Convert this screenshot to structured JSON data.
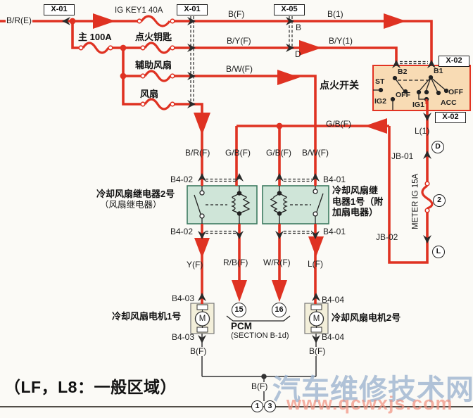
{
  "page": {
    "footer_note": "（LF，L8：一般区域）"
  },
  "watermark": {
    "site_name": "汽车维修技术网",
    "site_url": "www.qcwxjs.com"
  },
  "colors": {
    "wire_red": "#df3222",
    "relay_fill": "#cfe5d8",
    "relay_border": "#3d7a60",
    "ignition_fill": "#f8dbb4",
    "motor_fill": "#f3efda"
  },
  "connectors": {
    "x01": "X-01",
    "x05": "X-05",
    "x02": "X-02",
    "jb01": "JB-01",
    "jb02": "JB-02",
    "b4_02": "B4-02",
    "b4_01": "B4-01",
    "b4_03": "B4-03",
    "b4_04": "B4-04"
  },
  "pins": {
    "b": "B",
    "d": "D",
    "d_circle": "D",
    "meter_circle": "2",
    "l_circle": "L",
    "pcm_15": "15",
    "pcm_16": "16",
    "ground_1": "1",
    "ground_3": "3"
  },
  "fuses": {
    "ig_key1": "IG KEY1 40A",
    "main": "主 100A",
    "ignition_key": "点火钥匙",
    "aux_fan": "辅助风扇",
    "fan": "风扇",
    "meter_ig": "METER IG 15A"
  },
  "wires": {
    "bre": "B/R(E)",
    "bf": "B(F)",
    "b1": "B(1)",
    "byf": "B/Y(F)",
    "by1": "B/Y(1)",
    "bwf": "B/W(F)",
    "gbf_feed": "G/B(F)",
    "l1": "L(1)",
    "brf": "B/R(F)",
    "gbf_relay2": "G/B(F)",
    "gbf_relay1": "G/B(F)",
    "bwf_relay1": "B/W(F)",
    "yf": "Y(F)",
    "rbf": "R/B(F)",
    "wrf": "W/R(F)",
    "lf": "L(F)",
    "bf_motor1": "B(F)",
    "bf_motor2": "B(F)",
    "bf_ground": "B(F)"
  },
  "ignition_switch": {
    "label": "点火开关",
    "b2": "B2",
    "b1": "B1",
    "st": "ST",
    "off_center": "OFF",
    "off_right": "OFF",
    "ig2": "IG2",
    "ig1": "IG1",
    "acc": "ACC"
  },
  "components": {
    "relay2_name": "冷却风扇继电器2号",
    "relay2_alias": "（风扇继电器）",
    "relay1_name": "冷却风扇继电器1号（附加扇电器）",
    "motor1_name": "冷却风扇电机1号",
    "motor2_name": "冷却风扇电机2号",
    "motor_symbol": "M",
    "pcm": "PCM",
    "pcm_section": "(SECTION B-1d)"
  }
}
